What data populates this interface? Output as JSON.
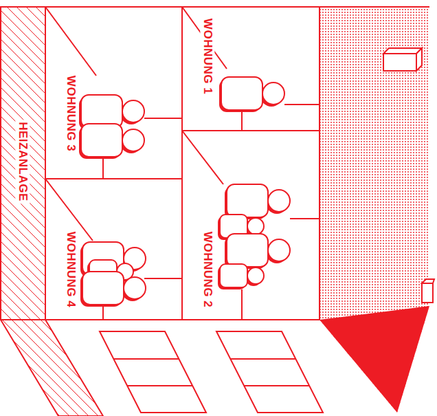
{
  "diagram": {
    "nodes": [
      {
        "text": [
          "HEIZANLAGE"
        ]
      },
      {
        "text": [
          "WOHNUNG 3"
        ]
      },
      {
        "text": [
          "WOHNUNG 1"
        ]
      },
      {
        "text": [
          "WOHNUNG 4"
        ]
      },
      {
        "text": [
          "WOHNUNG 2"
        ]
      }
    ]
  }
}
